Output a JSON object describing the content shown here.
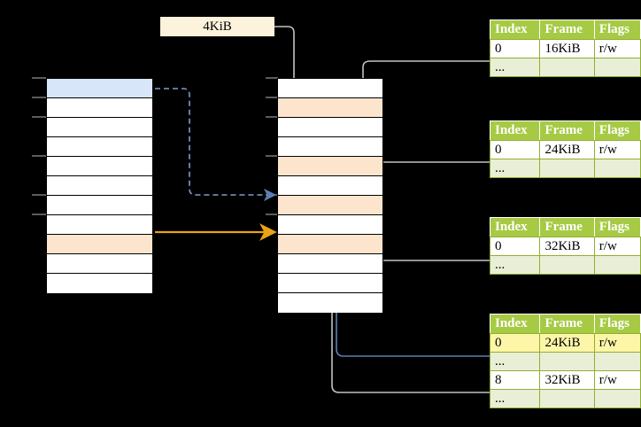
{
  "diagram": {
    "title_label": "4KiB",
    "virtual_column": {
      "name": "virtual-address-space",
      "rows": [
        {
          "fill": "blue"
        },
        {
          "fill": "white"
        },
        {
          "fill": "white"
        },
        {
          "fill": "white"
        },
        {
          "fill": "white"
        },
        {
          "fill": "white"
        },
        {
          "fill": "white"
        },
        {
          "fill": "white"
        },
        {
          "fill": "peach"
        },
        {
          "fill": "white"
        },
        {
          "fill": "white"
        }
      ]
    },
    "physical_column": {
      "name": "physical-memory",
      "rows": [
        {
          "fill": "white"
        },
        {
          "fill": "peach"
        },
        {
          "fill": "white"
        },
        {
          "fill": "white"
        },
        {
          "fill": "peach"
        },
        {
          "fill": "white"
        },
        {
          "fill": "peach"
        },
        {
          "fill": "white"
        },
        {
          "fill": "peach"
        },
        {
          "fill": "white"
        },
        {
          "fill": "white"
        },
        {
          "fill": "white"
        }
      ]
    },
    "tables": [
      {
        "name": "page-table-level-0",
        "headers": [
          "Index",
          "Frame",
          "Flags"
        ],
        "rows": [
          {
            "cells": [
              "0",
              "16KiB",
              "r/w"
            ],
            "alt": false,
            "highlight": false
          },
          {
            "cells": [
              "...",
              "",
              ""
            ],
            "alt": true,
            "highlight": false
          }
        ]
      },
      {
        "name": "page-table-level-1",
        "headers": [
          "Index",
          "Frame",
          "Flags"
        ],
        "rows": [
          {
            "cells": [
              "0",
              "24KiB",
              "r/w"
            ],
            "alt": false,
            "highlight": false
          },
          {
            "cells": [
              "...",
              "",
              ""
            ],
            "alt": true,
            "highlight": false
          }
        ]
      },
      {
        "name": "page-table-level-2",
        "headers": [
          "Index",
          "Frame",
          "Flags"
        ],
        "rows": [
          {
            "cells": [
              "0",
              "32KiB",
              "r/w"
            ],
            "alt": false,
            "highlight": false
          },
          {
            "cells": [
              "...",
              "",
              ""
            ],
            "alt": true,
            "highlight": false
          }
        ]
      },
      {
        "name": "page-table-level-3",
        "headers": [
          "Index",
          "Frame",
          "Flags"
        ],
        "rows": [
          {
            "cells": [
              "0",
              "24KiB",
              "r/w"
            ],
            "alt": false,
            "highlight": true
          },
          {
            "cells": [
              "...",
              "",
              ""
            ],
            "alt": true,
            "highlight": false
          },
          {
            "cells": [
              "8",
              "32KiB",
              "r/w"
            ],
            "alt": false,
            "highlight": false
          },
          {
            "cells": [
              "...",
              "",
              ""
            ],
            "alt": true,
            "highlight": false
          }
        ]
      }
    ],
    "colors": {
      "header_green": "#a6ca44",
      "alt_row_green": "#e9efd6",
      "highlight_yellow": "#fdf6a8",
      "blue_fill": "#d7e6f8",
      "peach_fill": "#fde5cd",
      "orange_arrow": "#e8a317",
      "blue_arrow": "#6a8fc4",
      "gray_arrow": "#c8c8c8",
      "label_bg": "#fdf2dc"
    }
  }
}
